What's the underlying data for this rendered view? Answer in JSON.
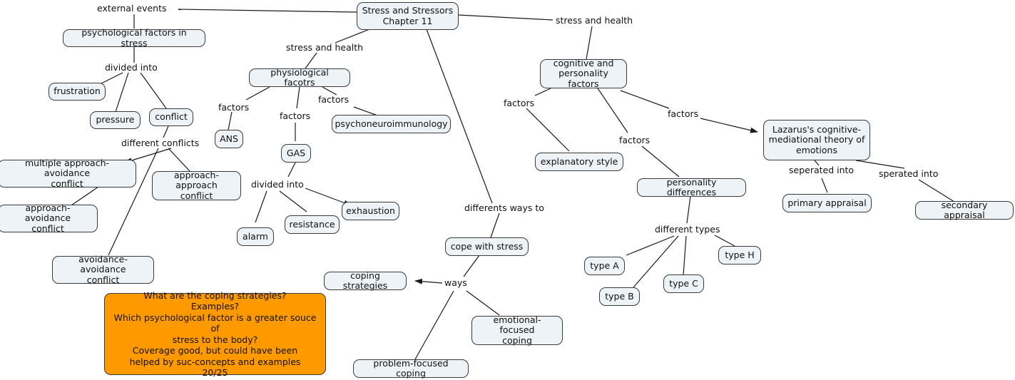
{
  "map": {
    "title": "Stress and Stressors Chapter 11",
    "node_fill": "#edf3f6",
    "node_stroke": "#3a3a3a",
    "note_fill": "#ff9900",
    "edge_color": "#1a1a1a"
  },
  "nodes": {
    "root": "Stress and Stressors\nChapter 11",
    "psych_factors": "psychological factors in stress",
    "frustration": "frustration",
    "pressure": "pressure",
    "conflict": "conflict",
    "multiple_approach_avoidance": "multiple approach-avoidance\nconflict",
    "approach_avoidance": "approach-avoidance\nconflict",
    "approach_approach": "approach-approach\nconflict",
    "avoidance_avoidance": "avoidance-avoidance\nconflict",
    "physiological_factors": "physiological facotrs",
    "ans": "ANS",
    "gas": "GAS",
    "psychoneuroimmunology": "psychoneuroimmunology",
    "alarm": "alarm",
    "resistance": "resistance",
    "exhaustion": "exhaustion",
    "cope_with_stress": "cope with stress",
    "coping_strategies": "coping strategies",
    "emotional_focused": "emotional-focused\ncoping",
    "problem_focused": "problem-focused coping",
    "cognitive_personality": "cognitive and\npersonality factors",
    "explanatory_style": "explanatory style",
    "personality_differences": "personality differences",
    "lazarus": "Lazarus's cognitive-\nmediational theory of\nemotions",
    "primary_appraisal": "primary appraisal",
    "secondary_appraisal": "secondary appraisal",
    "type_a": "type A",
    "type_b": "type B",
    "type_c": "type C",
    "type_h": "type H"
  },
  "link_labels": {
    "external_events": "external events",
    "stress_and_health_left": "stress and health",
    "stress_and_health_right": "stress and health",
    "divided_into_psych": "divided into",
    "different_conflicts": "different conflicts",
    "factors_ans": "factors",
    "factors_gas": "factors",
    "factors_pni": "factors",
    "divided_into_gas": "divided into",
    "differents_ways_to": "differents ways to",
    "ways": "ways",
    "factors_explanatory": "factors",
    "factors_personality": "factors",
    "factors_lazarus": "factors",
    "seperated_into": "seperated into",
    "sperated_into": "sperated into",
    "different_types": "different types"
  },
  "note": {
    "text": "What are the coping strategies?\nExamples?\nWhich psychological factor is a greater souce of\nstress to the body?\nCoverage good, but could have been\nhelped by suc-concepts and examples\n20/25"
  }
}
